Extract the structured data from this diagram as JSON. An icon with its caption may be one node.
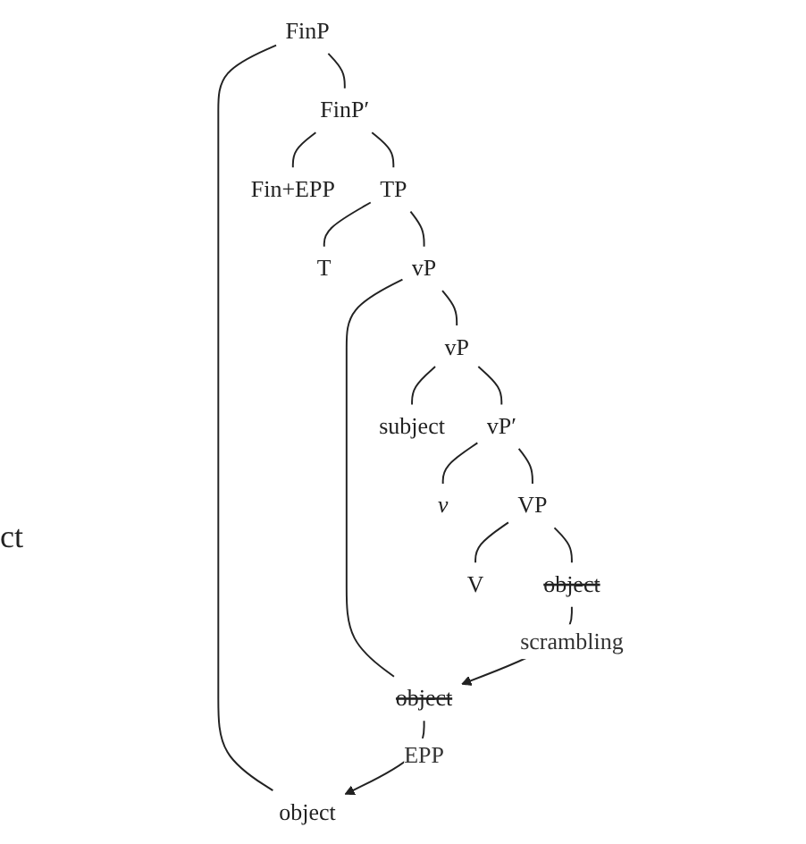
{
  "diagram": {
    "nodes": [
      {
        "text": [
          "FinP"
        ]
      },
      {
        "text": [
          "object"
        ]
      },
      {
        "text": [
          "FinP′"
        ]
      },
      {
        "text": [
          "Fin+EPP"
        ]
      },
      {
        "text": [
          "TP"
        ]
      },
      {
        "text": [
          "T"
        ]
      },
      {
        "text": [
          "vP"
        ]
      },
      {
        "text": [
          "object"
        ]
      },
      {
        "text": [
          "vP"
        ]
      },
      {
        "text": [
          "subject"
        ]
      },
      {
        "text": [
          "vP′"
        ]
      },
      {
        "text": [
          "v"
        ]
      },
      {
        "text": [
          "VP"
        ]
      },
      {
        "text": [
          "V"
        ]
      },
      {
        "text": [
          "object"
        ]
      }
    ],
    "edges": [
      {
        "from": 0,
        "to": 1,
        "arrow": "none"
      },
      {
        "from": 0,
        "to": 2,
        "arrow": "none"
      },
      {
        "from": 2,
        "to": 3,
        "arrow": "none"
      },
      {
        "from": 2,
        "to": 4,
        "arrow": "none"
      },
      {
        "from": 4,
        "to": 5,
        "arrow": "none"
      },
      {
        "from": 4,
        "to": 6,
        "arrow": "none"
      },
      {
        "from": 6,
        "to": 7,
        "arrow": "none"
      },
      {
        "from": 6,
        "to": 8,
        "arrow": "none"
      },
      {
        "from": 8,
        "to": 9,
        "arrow": "none"
      },
      {
        "from": 8,
        "to": 10,
        "arrow": "none"
      },
      {
        "from": 10,
        "to": 11,
        "arrow": "none"
      },
      {
        "from": 10,
        "to": 12,
        "arrow": "none"
      },
      {
        "from": 12,
        "to": 13,
        "arrow": "none"
      },
      {
        "from": 12,
        "to": 14,
        "arrow": "none"
      },
      {
        "from": 7,
        "to": 1,
        "arrow": "to",
        "label": "EPP"
      },
      {
        "from": 14,
        "to": 7,
        "arrow": "to",
        "label": "scrambling"
      }
    ],
    "labels": [
      "ct"
    ]
  }
}
